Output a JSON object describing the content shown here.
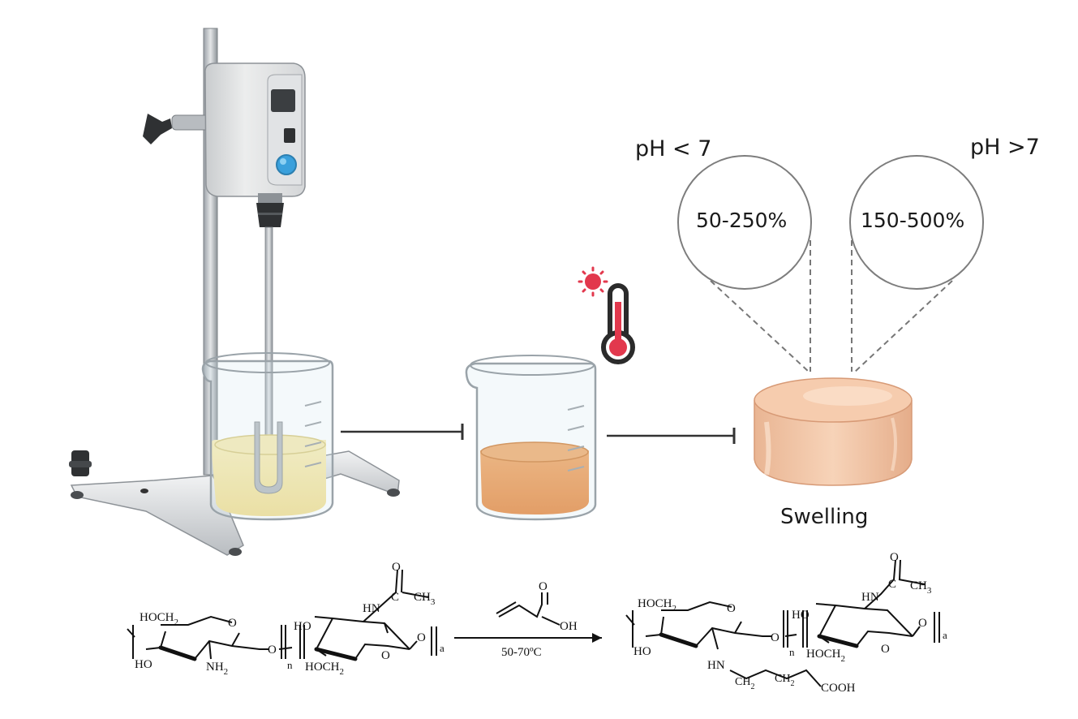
{
  "labels": {
    "ph_low": "pH < 7",
    "ph_high": "pH >7",
    "swelling_low": "50-250%",
    "swelling_high": "150-500%",
    "swelling_caption": "Swelling"
  },
  "reaction": {
    "condition": "50-70ºC",
    "left": {
      "hoch2_top": "HOCH",
      "sub2": "2",
      "o_ring": "O",
      "ho": "HO",
      "nh2": "NH",
      "link_o": "O",
      "n": "n",
      "ho2": "HO",
      "nh": "HN",
      "c": "C",
      "o_carbonyl": "O",
      "ch3": "CH",
      "sub3": "3",
      "hoch2_bottom": "HOCH",
      "o_ring2": "O",
      "o_end": "O",
      "a": "a"
    },
    "reagent": {
      "o_double": "O",
      "oh": "OH"
    },
    "right": {
      "hoch2_top": "HOCH",
      "sub2": "2",
      "o_ring": "O",
      "ho": "HO",
      "hn": "HN",
      "ch2a": "CH",
      "ch2b": "CH",
      "cooh": "COOH",
      "link_o": "O",
      "n": "n",
      "ho2": "HO",
      "nh": "HN",
      "c": "C",
      "o_carbonyl": "O",
      "ch3": "CH",
      "sub3": "3",
      "hoch2_bottom": "HOCH",
      "o_ring2": "O",
      "o_end": "O",
      "a": "a"
    }
  },
  "colors": {
    "beaker1_liquid": "#f6e7a6",
    "beaker2_liquid": "#ef9a4a",
    "hydrogel": "#f2c4a2",
    "thermometer": "#e2384d",
    "knob": "#3aa0dc"
  }
}
